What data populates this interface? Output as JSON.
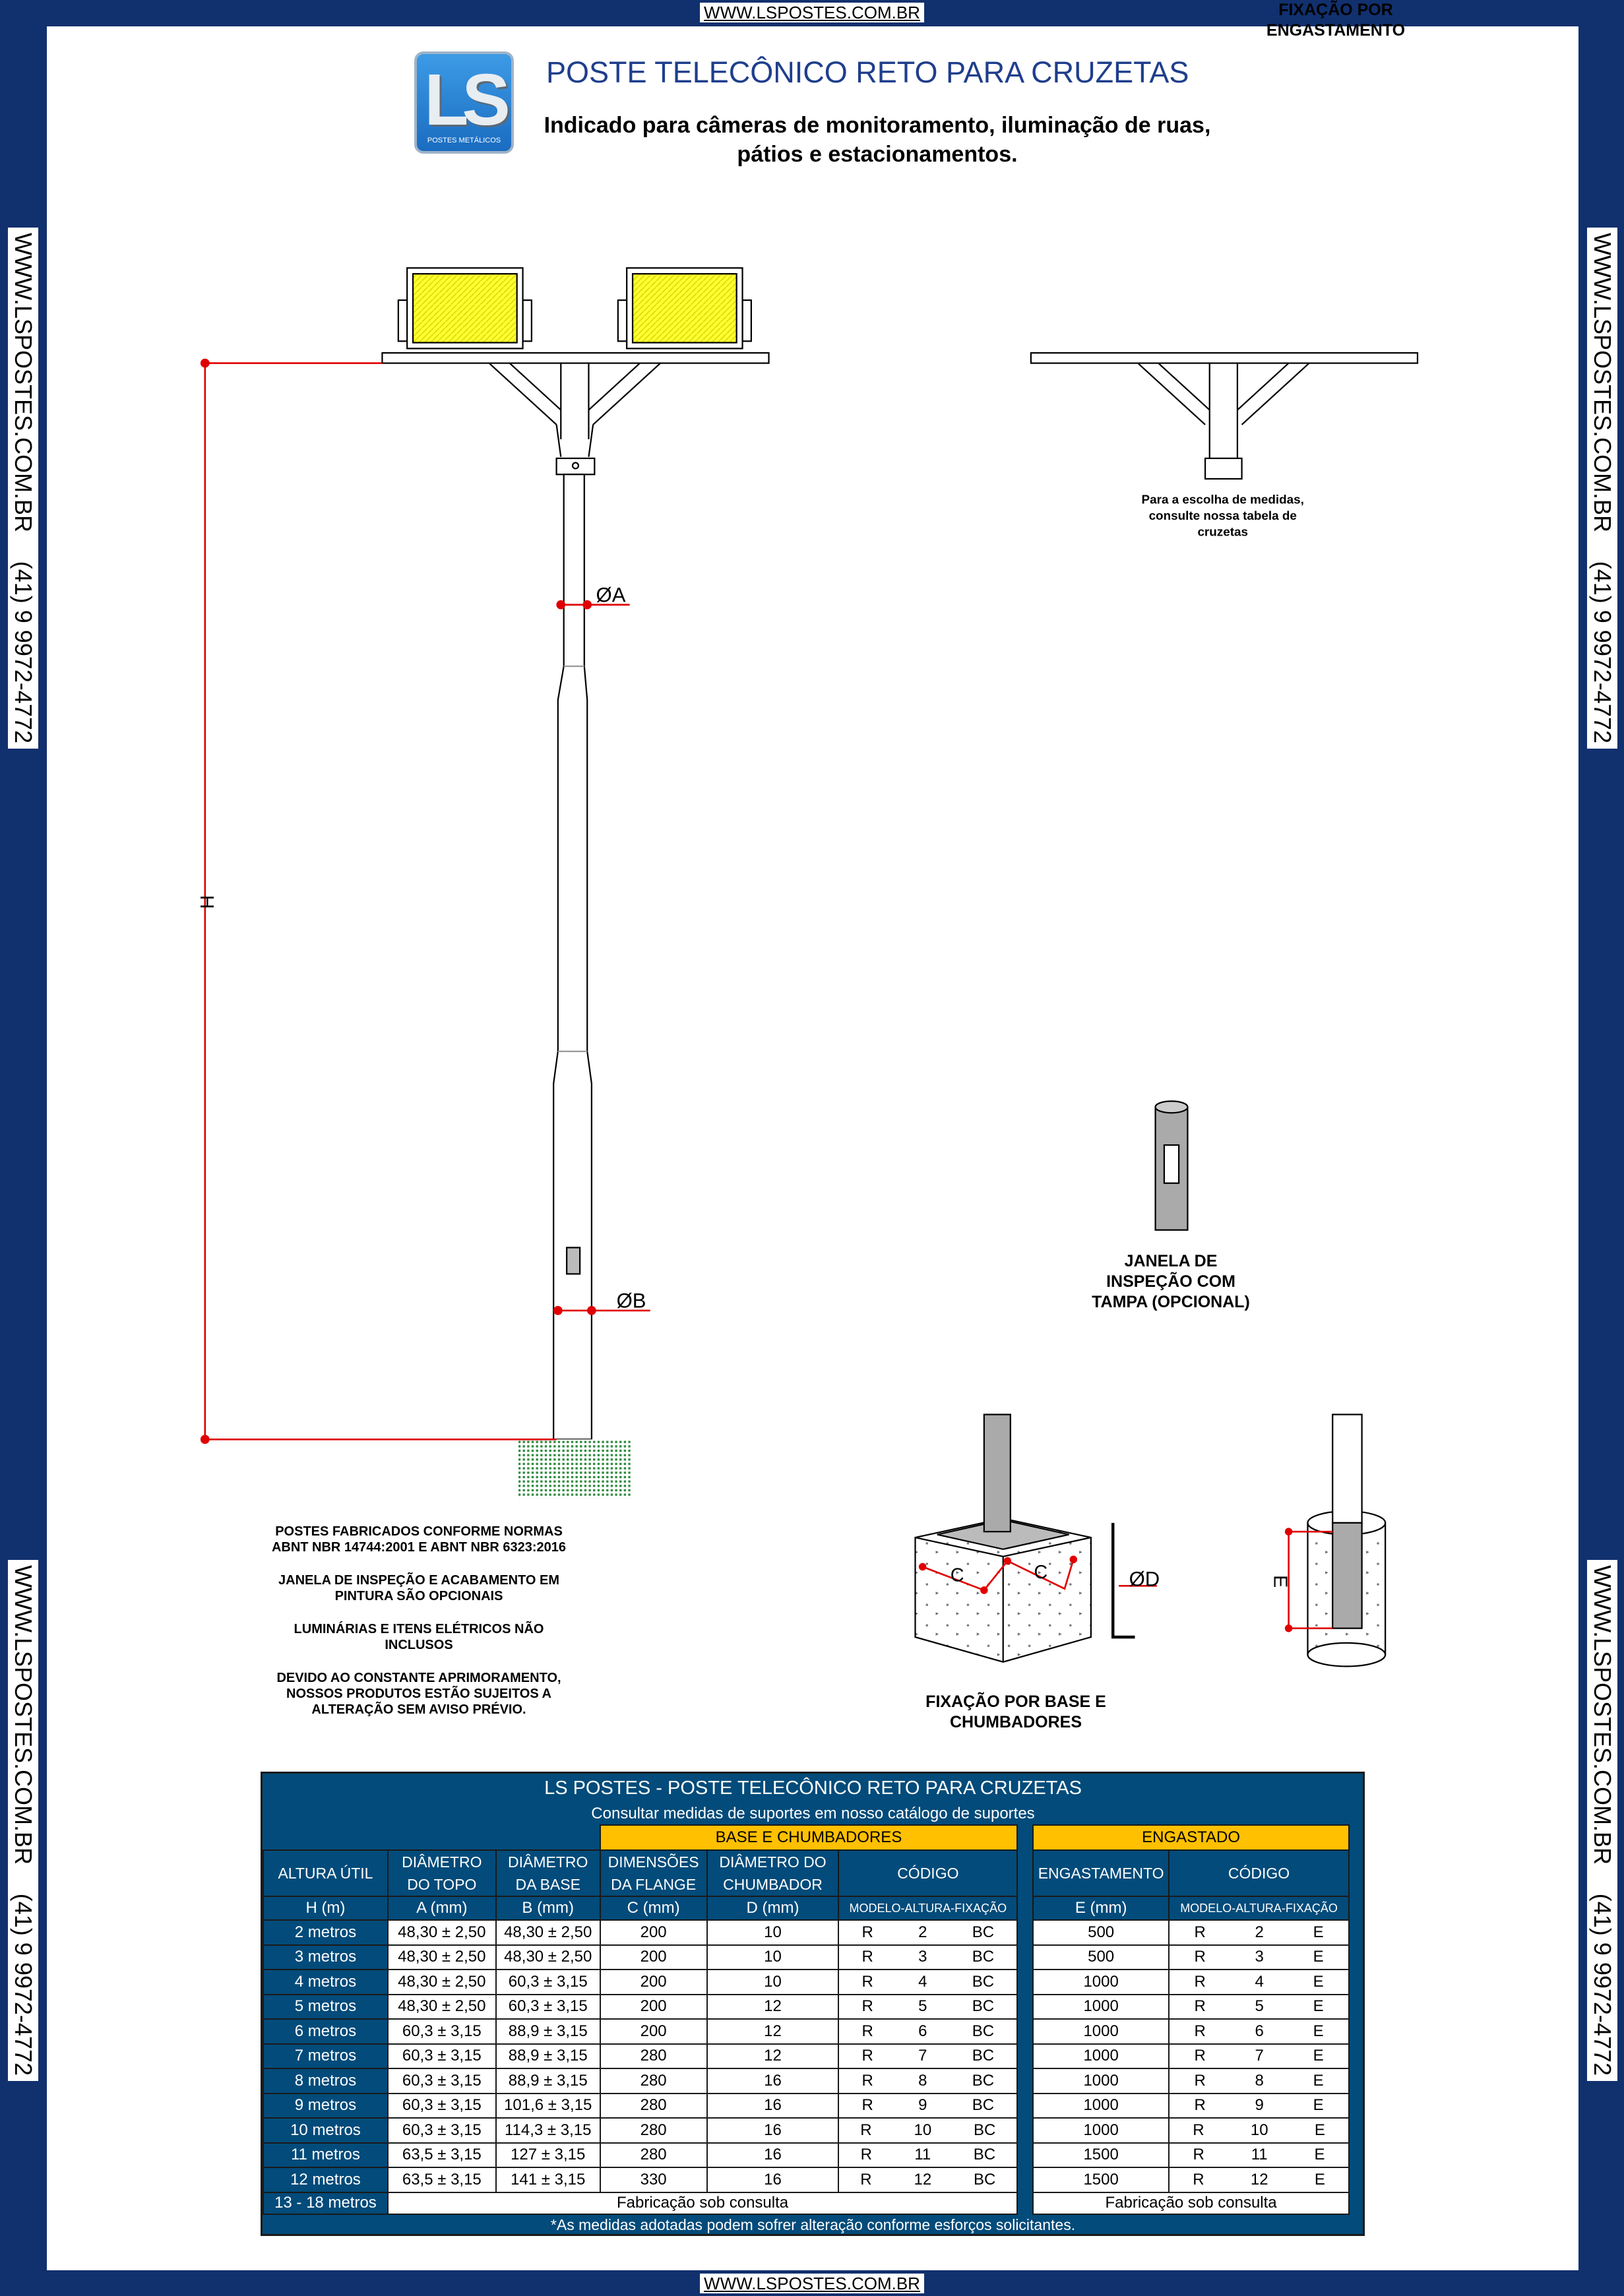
{
  "site_url": "WWW.LSPOSTES.COM.BR",
  "side_text": {
    "url": "WWW.LSPOSTES.COM.BR",
    "phone": "(41) 9 9972-4772"
  },
  "logo": {
    "letters": "LS",
    "tagline": "POSTES METÁLICOS"
  },
  "header": {
    "title": "POSTE TELECÔNICO RETO PARA CRUZETAS",
    "subtitle_line1": "Indicado para câmeras de monitoramento, iluminação de ruas,",
    "subtitle_line2": "pátios e estacionamentos."
  },
  "drawing": {
    "label_h": "H",
    "label_a": "ØA",
    "label_b": "ØB",
    "label_c": "C",
    "label_d": "ØD",
    "label_e": "E",
    "crossarm_note": [
      "Para a escolha de medidas,",
      "consulte nossa tabela de",
      "cruzetas"
    ],
    "inspection_caption": [
      "JANELA DE",
      "INSPEÇÃO COM",
      "TAMPA (OPCIONAL)"
    ],
    "base_caption": [
      "FIXAÇÃO POR BASE E",
      "CHUMBADORES"
    ],
    "embed_caption": [
      "FIXAÇÃO POR",
      "ENGASTAMENTO"
    ]
  },
  "notes": [
    "POSTES FABRICADOS  CONFORME NORMAS ABNT NBR 14744:2001 E ABNT NBR 6323:2016",
    "JANELA DE INSPEÇÃO E ACABAMENTO EM PINTURA SÃO OPCIONAIS",
    "LUMINÁRIAS E ITENS ELÉTRICOS NÃO INCLUSOS",
    "DEVIDO AO CONSTANTE APRIMORAMENTO, NOSSOS PRODUTOS ESTÃO SUJEITOS A ALTERAÇÃO SEM AVISO PRÉVIO."
  ],
  "table": {
    "title": "LS POSTES - POSTE TELECÔNICO RETO PARA CRUZETAS",
    "subtitle": "Consultar medidas de suportes em nosso catálogo de suportes",
    "group_base": "BASE E CHUMBADORES",
    "group_embed": "ENGASTADO",
    "headers": [
      "ALTURA ÚTIL",
      "DIÂMETRO DO TOPO",
      "DIÂMETRO DA BASE",
      "DIMENSÕES DA FLANGE",
      "DIÂMETRO DO CHUMBADOR",
      "CÓDIGO",
      "ENGASTAMENTO",
      "CÓDIGO"
    ],
    "units": [
      "H (m)",
      "A (mm)",
      "B (mm)",
      "C (mm)",
      "D (mm)",
      "MODELO-ALTURA-FIXAÇÃO",
      "E (mm)",
      "MODELO-ALTURA-FIXAÇÃO"
    ],
    "rows": [
      {
        "h": "2 metros",
        "a": "48,30 ± 2,50",
        "b": "48,30 ± 2,50",
        "c": "200",
        "d": "10",
        "m": "R",
        "alt": "2",
        "fb": "BC",
        "e": "500",
        "fe": "E"
      },
      {
        "h": "3 metros",
        "a": "48,30 ± 2,50",
        "b": "48,30 ± 2,50",
        "c": "200",
        "d": "10",
        "m": "R",
        "alt": "3",
        "fb": "BC",
        "e": "500",
        "fe": "E"
      },
      {
        "h": "4 metros",
        "a": "48,30 ± 2,50",
        "b": "60,3 ± 3,15",
        "c": "200",
        "d": "10",
        "m": "R",
        "alt": "4",
        "fb": "BC",
        "e": "1000",
        "fe": "E"
      },
      {
        "h": "5 metros",
        "a": "48,30 ± 2,50",
        "b": "60,3 ± 3,15",
        "c": "200",
        "d": "12",
        "m": "R",
        "alt": "5",
        "fb": "BC",
        "e": "1000",
        "fe": "E"
      },
      {
        "h": "6 metros",
        "a": "60,3 ± 3,15",
        "b": "88,9 ± 3,15",
        "c": "200",
        "d": "12",
        "m": "R",
        "alt": "6",
        "fb": "BC",
        "e": "1000",
        "fe": "E"
      },
      {
        "h": "7 metros",
        "a": "60,3 ± 3,15",
        "b": "88,9 ± 3,15",
        "c": "280",
        "d": "12",
        "m": "R",
        "alt": "7",
        "fb": "BC",
        "e": "1000",
        "fe": "E"
      },
      {
        "h": "8 metros",
        "a": "60,3 ± 3,15",
        "b": "88,9 ± 3,15",
        "c": "280",
        "d": "16",
        "m": "R",
        "alt": "8",
        "fb": "BC",
        "e": "1000",
        "fe": "E"
      },
      {
        "h": "9 metros",
        "a": "60,3 ± 3,15",
        "b": "101,6 ± 3,15",
        "c": "280",
        "d": "16",
        "m": "R",
        "alt": "9",
        "fb": "BC",
        "e": "1000",
        "fe": "E"
      },
      {
        "h": "10 metros",
        "a": "60,3 ± 3,15",
        "b": "114,3 ± 3,15",
        "c": "280",
        "d": "16",
        "m": "R",
        "alt": "10",
        "fb": "BC",
        "e": "1000",
        "fe": "E"
      },
      {
        "h": "11 metros",
        "a": "63,5 ± 3,15",
        "b": "127 ± 3,15",
        "c": "280",
        "d": "16",
        "m": "R",
        "alt": "11",
        "fb": "BC",
        "e": "1500",
        "fe": "E"
      },
      {
        "h": "12 metros",
        "a": "63,5 ± 3,15",
        "b": "141 ± 3,15",
        "c": "330",
        "d": "16",
        "m": "R",
        "alt": "12",
        "fb": "BC",
        "e": "1500",
        "fe": "E"
      }
    ],
    "last_row": {
      "h": "13 - 18 metros",
      "base": "Fabricação sob consulta",
      "embed": "Fabricação sob consulta"
    },
    "footer": "*As medidas adotadas podem sofrer alteração conforme esforços solicitantes."
  },
  "colors": {
    "frame": "#11306e",
    "table_bg": "#024b7a",
    "group_header": "#ffc000",
    "dimension": "#e00000",
    "luminaire": "#ffff33",
    "ground": "#2e8b3e",
    "title": "#1f3e8c"
  }
}
